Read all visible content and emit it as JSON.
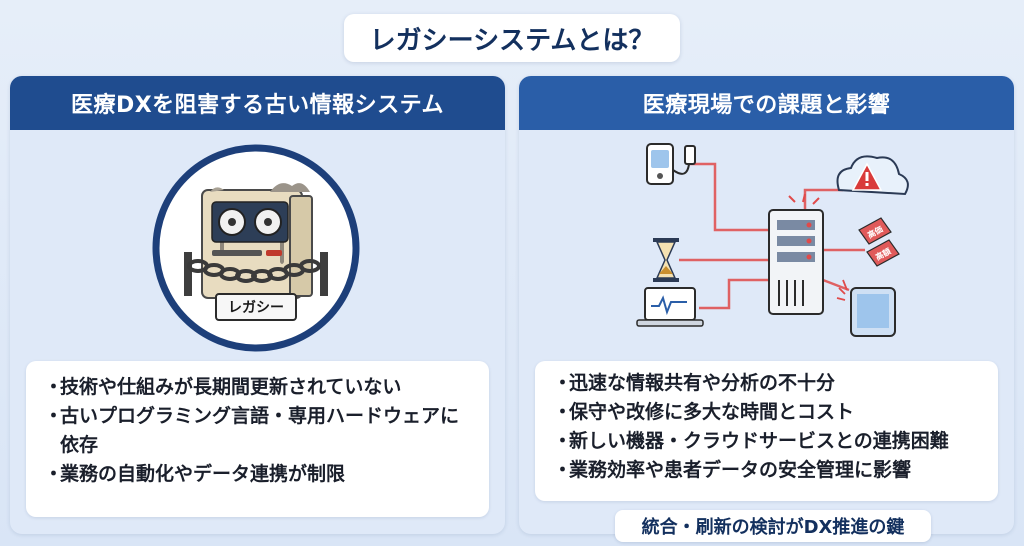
{
  "title": "レガシーシステムとは？",
  "left_panel": {
    "header": "医療DXを阻害する古い情報システム",
    "sign_label": "レガシー",
    "bullets": [
      "技術や仕組みが長期間更新されていない",
      "古いプログラミング言語・専用ハードウェアに依存",
      "業務の自動化やデータ連携が制限"
    ]
  },
  "right_panel": {
    "header": "医療現場での課題と影響",
    "tag1": "高価",
    "tag2": "高額",
    "bullets": [
      "迅速な情報共有や分析の不十分",
      "保守や改修に多大な時間とコスト",
      "新しい機器・クラウドサービスとの連携困難",
      "業務効率や患者データの安全管理に影響"
    ]
  },
  "footer": "統合・刷新の検討がDX推進の鍵",
  "colors": {
    "header_dark": "#1f4c8f",
    "header_mid": "#2a5ea8",
    "circle_border": "#1d3f7a",
    "connection_red": "#e04a4a",
    "warning_red": "#d93a3a"
  },
  "icons": [
    "chain-icon",
    "reel-icon",
    "cloud-warning-icon",
    "server-icon",
    "hourglass-icon",
    "laptop-icon",
    "tablet-icon",
    "medical-device-icon",
    "price-tag-icon"
  ]
}
